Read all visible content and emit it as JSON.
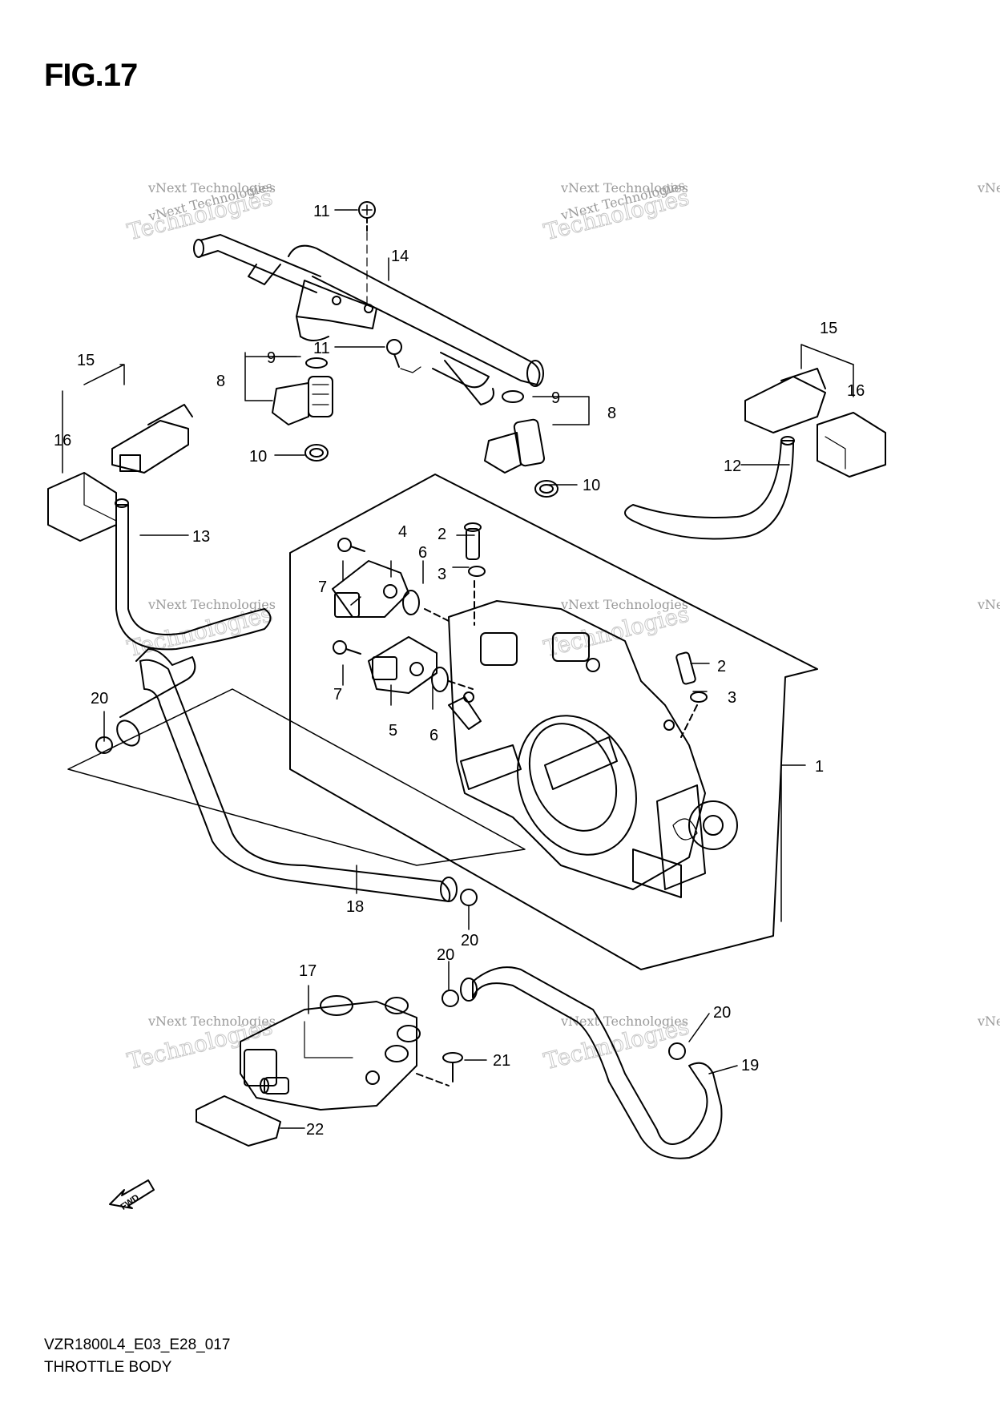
{
  "figure": {
    "title": "FIG.17",
    "model_code": "VZR1800L4_E03_E28_017",
    "caption": "THROTTLE BODY"
  },
  "watermark": {
    "line1": "vNext Technologies",
    "line2": "Technologies",
    "line3": "vNext"
  },
  "callouts": {
    "c1": "1",
    "c2a": "2",
    "c2b": "2",
    "c3a": "3",
    "c3b": "3",
    "c4": "4",
    "c5": "5",
    "c6a": "6",
    "c6b": "6",
    "c7a": "7",
    "c7b": "7",
    "c8a": "8",
    "c8b": "8",
    "c9a": "9",
    "c9b": "9",
    "c10a": "10",
    "c10b": "10",
    "c11a": "11",
    "c11b": "11",
    "c12": "12",
    "c13": "13",
    "c14": "14",
    "c15a": "15",
    "c15b": "15",
    "c16a": "16",
    "c16b": "16",
    "c17": "17",
    "c18": "18",
    "c19": "19",
    "c20a": "20",
    "c20b": "20",
    "c20c": "20",
    "c20d": "20",
    "c21": "21",
    "c22": "22"
  },
  "fwd_arrow": {
    "label": "FWD",
    "icon": "fwd-arrow-icon"
  }
}
